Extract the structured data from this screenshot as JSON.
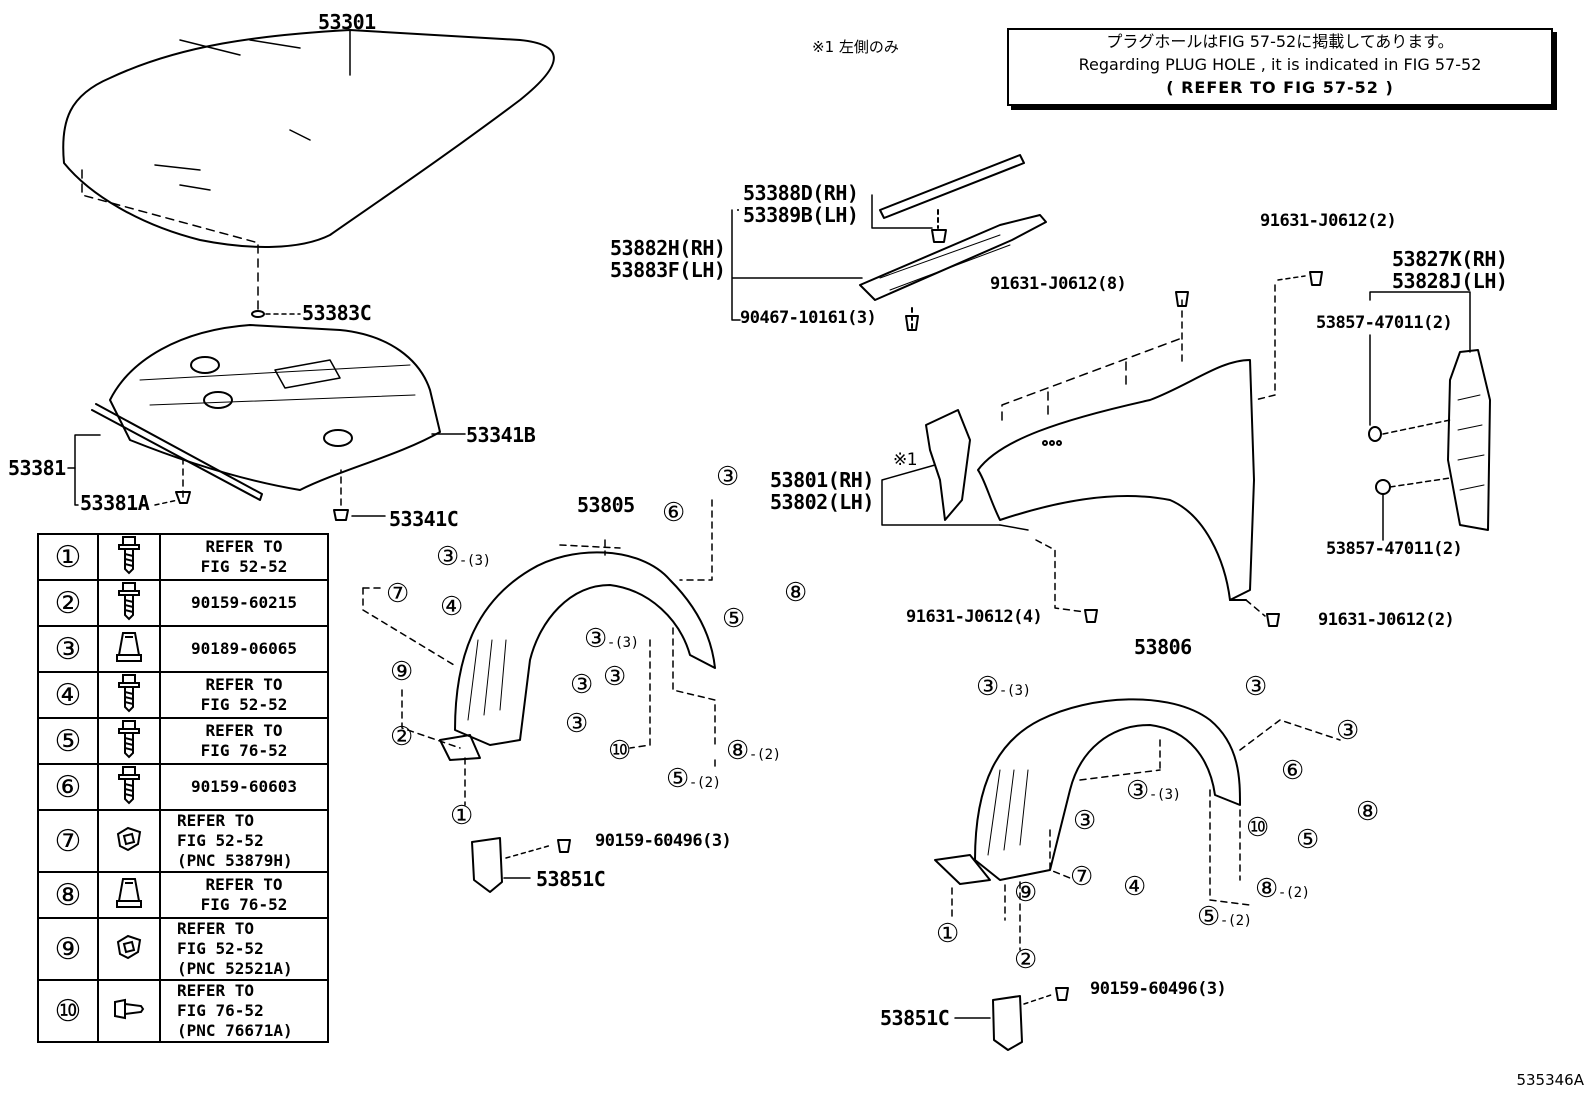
{
  "note_jp": "※1 左側のみ",
  "ref_box": {
    "line1": "プラグホールはFIG 57-52に掲載してあります。",
    "line2": "Regarding  PLUG HOLE , it is indicated in FIG 57-52",
    "line3": "(  REFER TO FIG 57-52  )"
  },
  "part_labels": {
    "p53301": "53301",
    "p53383c": "53383C",
    "p53341b": "53341B",
    "p53381": "53381",
    "p53381a": "53381A",
    "p53341c": "53341C",
    "p53388d": "53388D(RH)",
    "p53389b": "53389B(LH)",
    "p53882h": "53882H(RH)",
    "p53883f": "53883F(LH)",
    "p90467": "90467-10161(3)",
    "p91631_8": "91631-J0612(8)",
    "p91631_2a": "91631-J0612(2)",
    "p53827k": "53827K(RH)",
    "p53828j": "53828J(LH)",
    "p53857a": "53857-47011(2)",
    "p53857b": "53857-47011(2)",
    "star1": "※1",
    "p53801": "53801(RH)",
    "p53802": "53802(LH)",
    "p91631_4": "91631-J0612(4)",
    "p91631_2b": "91631-J0612(2)",
    "p53805": "53805",
    "p53806": "53806",
    "p90159a": "90159-60496(3)",
    "p53851c_a": "53851C",
    "p90159b": "90159-60496(3)",
    "p53851c_b": "53851C"
  },
  "callouts_left": [
    {
      "n": "③",
      "q": "(3)"
    },
    {
      "n": "⑥",
      "q": ""
    },
    {
      "n": "③",
      "q": ""
    },
    {
      "n": "⑦",
      "q": ""
    },
    {
      "n": "④",
      "q": ""
    },
    {
      "n": "⑤",
      "q": ""
    },
    {
      "n": "⑧",
      "q": ""
    },
    {
      "n": "③",
      "q": "(3)"
    },
    {
      "n": "③",
      "q": ""
    },
    {
      "n": "③",
      "q": ""
    },
    {
      "n": "③",
      "q": ""
    },
    {
      "n": "⑨",
      "q": ""
    },
    {
      "n": "②",
      "q": ""
    },
    {
      "n": "⑩",
      "q": ""
    },
    {
      "n": "⑧",
      "q": "(2)"
    },
    {
      "n": "⑤",
      "q": "(2)"
    },
    {
      "n": "①",
      "q": ""
    }
  ],
  "callouts_right": [
    {
      "n": "③",
      "q": "(3)"
    },
    {
      "n": "③",
      "q": ""
    },
    {
      "n": "③",
      "q": ""
    },
    {
      "n": "⑥",
      "q": ""
    },
    {
      "n": "③",
      "q": "(3)"
    },
    {
      "n": "③",
      "q": ""
    },
    {
      "n": "⑩",
      "q": ""
    },
    {
      "n": "⑧",
      "q": ""
    },
    {
      "n": "⑤",
      "q": ""
    },
    {
      "n": "⑦",
      "q": ""
    },
    {
      "n": "④",
      "q": ""
    },
    {
      "n": "⑨",
      "q": ""
    },
    {
      "n": "⑧",
      "q": "(2)"
    },
    {
      "n": "⑤",
      "q": "(2)"
    },
    {
      "n": "①",
      "q": ""
    },
    {
      "n": "②",
      "q": ""
    }
  ],
  "legend": [
    {
      "num": "①",
      "icon": "bolt-icon",
      "lines": [
        "REFER TO",
        "FIG 52-52"
      ]
    },
    {
      "num": "②",
      "icon": "bolt-icon",
      "lines": [
        "90159-60215"
      ]
    },
    {
      "num": "③",
      "icon": "nut-icon",
      "lines": [
        "90189-06065"
      ]
    },
    {
      "num": "④",
      "icon": "bolt-icon",
      "lines": [
        "REFER TO",
        "FIG 52-52"
      ]
    },
    {
      "num": "⑤",
      "icon": "bolt-icon",
      "lines": [
        "REFER TO",
        "FIG 76-52"
      ]
    },
    {
      "num": "⑥",
      "icon": "bolt-icon",
      "lines": [
        "90159-60603"
      ]
    },
    {
      "num": "⑦",
      "icon": "clip-icon",
      "lines": [
        "REFER TO",
        "FIG 52-52",
        "(PNC 53879H)"
      ]
    },
    {
      "num": "⑧",
      "icon": "nut-icon",
      "lines": [
        "REFER TO",
        "FIG 76-52"
      ]
    },
    {
      "num": "⑨",
      "icon": "clip-icon",
      "lines": [
        "REFER TO",
        "FIG 52-52",
        "(PNC 52521A)"
      ]
    },
    {
      "num": "⑩",
      "icon": "rivet-icon",
      "lines": [
        "REFER TO",
        "FIG 76-52",
        "(PNC 76671A)"
      ]
    }
  ],
  "figure_number": "535346A"
}
